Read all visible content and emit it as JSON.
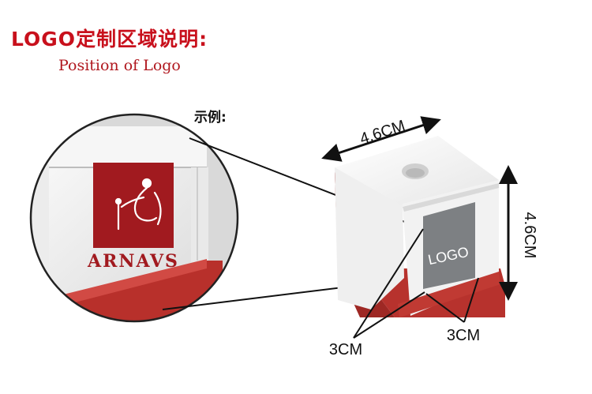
{
  "header": {
    "title_cn": "LOGO定制区域说明:",
    "title_en": "Position of Logo"
  },
  "example_label": "示例:",
  "zoom_logo": {
    "brand_text": "ARNAVS",
    "colors": {
      "logo_bg": "#a11a1f",
      "logo_fg": "#ffffff"
    }
  },
  "cube": {
    "logo_area_text": "LOGO",
    "width_label": "4.6CM",
    "height_label": "4.6CM",
    "logo_dim_left": "3CM",
    "logo_dim_right": "3CM",
    "colors": {
      "body": "#f3f3f3",
      "base": "#b7322d",
      "logo_area": "#7d8083"
    }
  },
  "colors": {
    "title": "#c8101c",
    "subtitle": "#b0171e"
  }
}
